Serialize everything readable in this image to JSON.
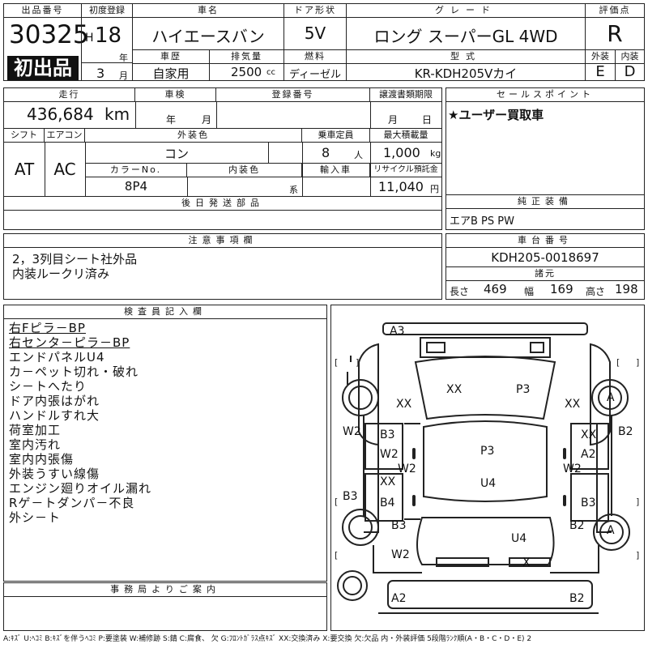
{
  "header": {
    "lot_label": "出品番号",
    "lot_number": "30325",
    "first_listing_badge": "初出品",
    "reg_label": "初度登録",
    "reg_era": "H",
    "reg_year": "18",
    "year_unit": "年",
    "reg_month": "3",
    "month_unit": "月",
    "name_label": "車名",
    "name_value": "ハイエースバン",
    "door_label": "ドア形状",
    "door_value": "5V",
    "grade_label": "グレード",
    "grade_value": "ロング スーパーGL 4WD",
    "score_label": "評価点",
    "score_value": "R",
    "history_label": "車歴",
    "history_value": "自家用",
    "displacement_label": "排気量",
    "displacement_value": "2500",
    "displacement_unit": "cc",
    "fuel_label": "燃料",
    "fuel_value": "ディーゼル",
    "model_label": "型式",
    "model_value": "KR-KDH205Vカイ",
    "exterior_grade_label": "外装",
    "interior_grade_label": "内装",
    "exterior_grade_value": "E",
    "interior_grade_value": "D"
  },
  "specs": {
    "mileage_label": "走行",
    "mileage_value": "436,684",
    "mileage_unit": "km",
    "inspection_label": "車検",
    "inspection_year_unit": "年",
    "inspection_month_unit": "月",
    "plate_label": "登録番号",
    "transfer_label": "譲渡書類期限",
    "transfer_month_unit": "月",
    "transfer_day_unit": "日",
    "shift_label": "シフト",
    "shift_value": "AT",
    "ac_label": "エアコン",
    "ac_value": "AC",
    "exterior_color_label": "外装色",
    "exterior_color_value": "コン",
    "capacity_label": "乗車定員",
    "capacity_value": "8",
    "capacity_unit": "人",
    "max_load_label": "最大積載量",
    "max_load_value": "1,000",
    "max_load_unit": "kg",
    "color_no_label": "カラーNo.",
    "color_no_value": "8P4",
    "interior_color_label": "内装色",
    "interior_color_suffix": "系",
    "import_label": "輸入車",
    "recycle_label": "リサイクル預託金",
    "recycle_value": "11,040",
    "recycle_unit": "円",
    "later_parts_label": "後日発送部品"
  },
  "sales_point": {
    "label": "セールスポイント",
    "text": "★ユーザー買取車"
  },
  "genuine_equipment": {
    "label": "純正装備",
    "value": "エアB PS PW"
  },
  "notes": {
    "label": "注意事項欄",
    "lines": [
      "2，3列目シート社外品",
      "内装ルークリ済み"
    ]
  },
  "chassis": {
    "label": "車台番号",
    "value": "KDH205-0018697",
    "dims_label": "諸元",
    "length_label": "長さ",
    "length_value": "469",
    "width_label": "幅",
    "width_value": "169",
    "height_label": "高さ",
    "height_value": "198"
  },
  "inspector": {
    "label": "検査員記入欄",
    "lines": [
      {
        "text": "右Fピラ－BP",
        "underline": true
      },
      {
        "text": "右センタ－ピラ－BP",
        "underline": true
      },
      {
        "text": "エンドパネルU4",
        "underline": false
      },
      {
        "text": "カ－ペット切れ・破れ",
        "underline": false
      },
      {
        "text": "シ－トへたり",
        "underline": false
      },
      {
        "text": "ドア内張はがれ",
        "underline": false
      },
      {
        "text": "ハンドルすれ大",
        "underline": false
      },
      {
        "text": "荷室加工",
        "underline": false
      },
      {
        "text": "室内汚れ",
        "underline": false
      },
      {
        "text": "室内内張傷",
        "underline": false
      },
      {
        "text": "外装うすい線傷",
        "underline": false
      },
      {
        "text": "エンジン廻りオイル漏れ",
        "underline": false
      },
      {
        "text": "Rゲ－トダンパ－不良",
        "underline": false
      },
      {
        "text": "外シ－ト",
        "underline": false
      }
    ]
  },
  "office": {
    "label": "事務局よりご案内"
  },
  "diagram": {
    "marks": {
      "a3_top": "A3",
      "xx_left_front": "XX",
      "xx_hood": "XX",
      "p3_hood": "P3",
      "xx_right_front": "XX",
      "a_right_front_wheel": "A",
      "w2_left_side": "W2",
      "b3_left_door": "B3",
      "w2_left_door": "W2",
      "w2_left_lower": "W2",
      "p3_roof": "P3",
      "xx_right_door": "XX",
      "b2_right_side": "B2",
      "a2_right_door": "A2",
      "w2_right_lower": "W2",
      "xx_left_rear": "XX",
      "u4_center": "U4",
      "b3_left_side": "B3",
      "b4_left_rear": "B4",
      "b3_right_rear": "B3",
      "b3_left_back": "B3",
      "b2_right_back": "B2",
      "a_right_rear_wheel": "A",
      "u4_rear": "U4",
      "w2_left_rear_glass": "W2",
      "x_rear": "X",
      "a2_bottom": "A2",
      "b2_bottom": "B2"
    }
  },
  "legend": {
    "text": "A:ｷｽﾞ U:ﾍｺﾐ B:ｷｽﾞを伴うﾍｺﾐ P:要塗装 W:補修跡 S:錆 C:腐食、 欠 G:ﾌﾛﾝﾄｶﾞﾗｽ点ｷｽﾞ XX:交換済み X:要交換 欠:欠品 内・外装評価 5段階ﾗﾝｸ順(A・B・C・D・E) 2"
  }
}
